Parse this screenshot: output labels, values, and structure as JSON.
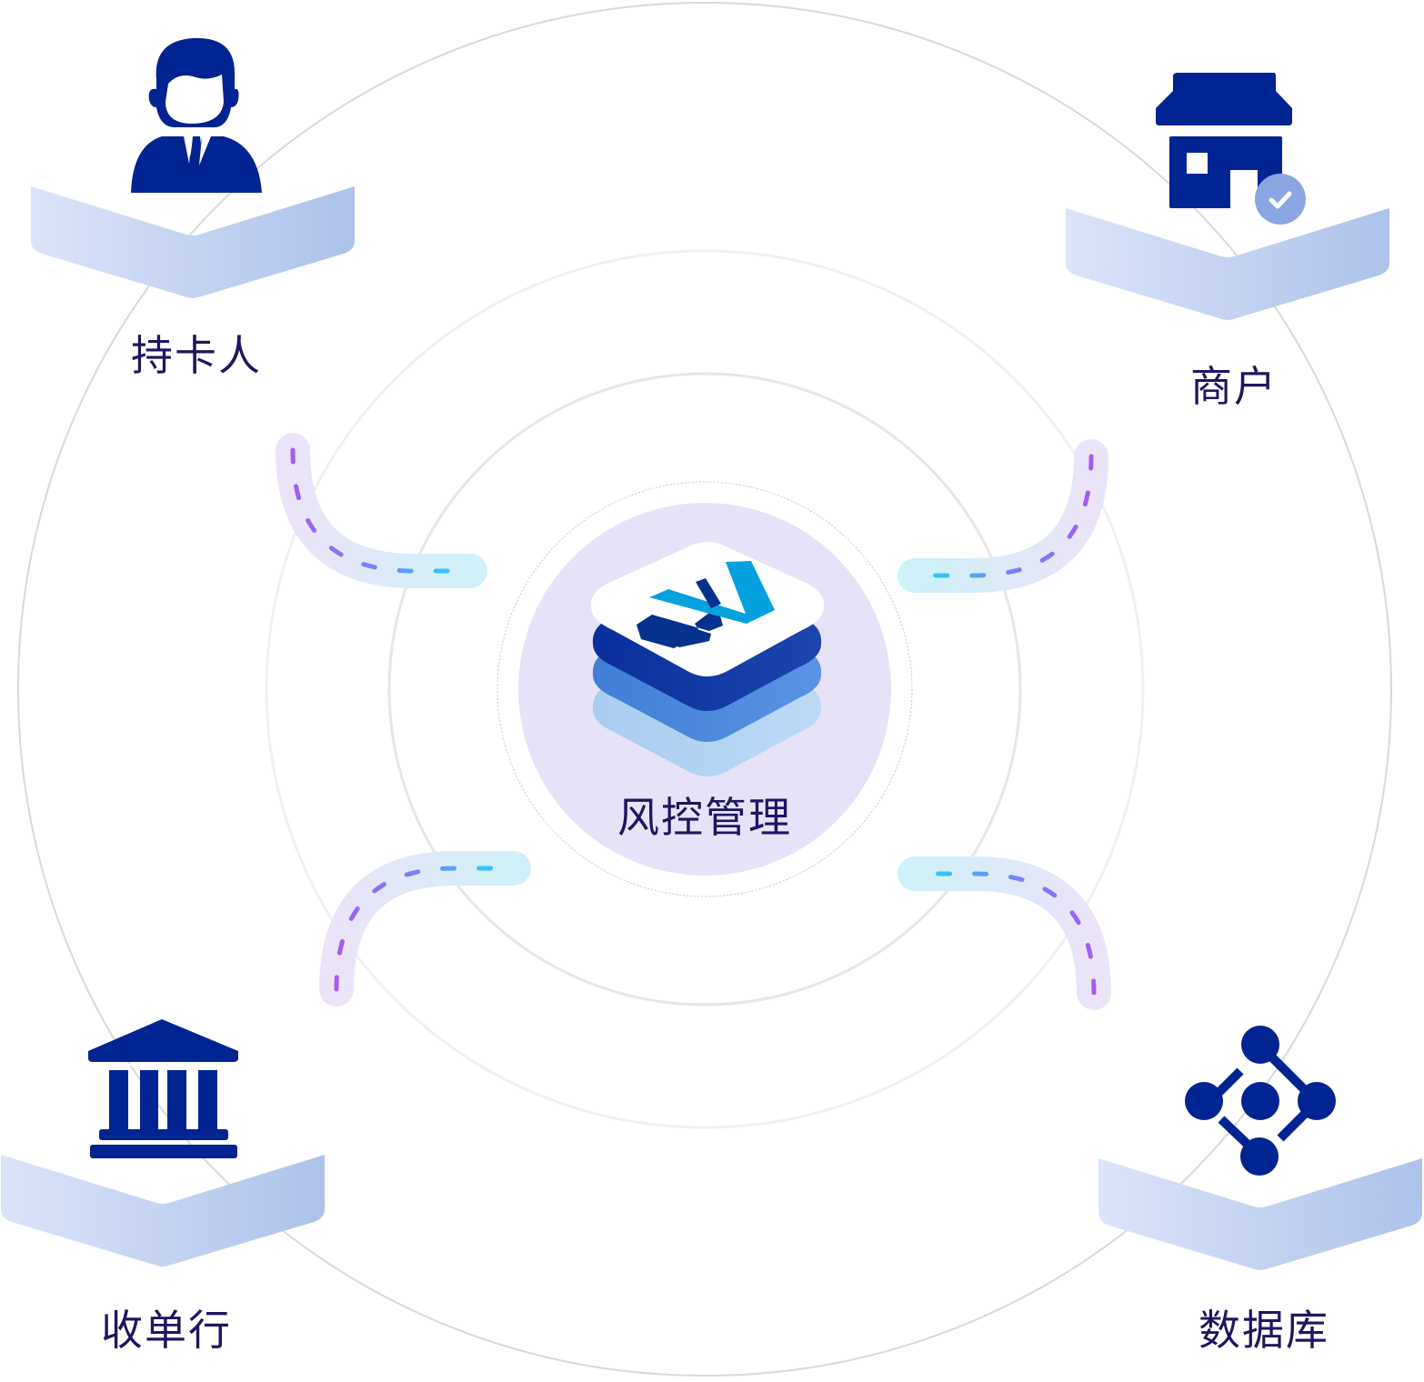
{
  "diagram": {
    "center": {
      "label": "风控管理",
      "icon": "layered-stack-logo-icon",
      "fill_color": "#e6e3f8"
    },
    "nodes": [
      {
        "id": "cardholder",
        "label": "持卡人",
        "icon": "person-icon",
        "position": "top-left"
      },
      {
        "id": "merchant",
        "label": "商户",
        "icon": "store-verified-icon",
        "position": "top-right"
      },
      {
        "id": "acquirer",
        "label": "收单行",
        "icon": "bank-icon",
        "position": "bottom-left"
      },
      {
        "id": "database",
        "label": "数据库",
        "icon": "network-nodes-icon",
        "position": "bottom-right"
      }
    ],
    "connectors": [
      {
        "from": "cardholder",
        "to": "center",
        "style": "dashed-gradient"
      },
      {
        "from": "merchant",
        "to": "center",
        "style": "dashed-gradient"
      },
      {
        "from": "acquirer",
        "to": "center",
        "style": "dashed-gradient"
      },
      {
        "from": "database",
        "to": "center",
        "style": "dashed-gradient"
      }
    ],
    "colors": {
      "icon": "#012493",
      "label": "#1f1660",
      "ring": "#e4e4e4",
      "pedestal_start": "#dbe4f8",
      "pedestal_end": "#adc2ea",
      "dash_purple": "#a45cf1",
      "dash_cyan": "#12e0fb",
      "check_badge": "#8ba5e3"
    }
  }
}
